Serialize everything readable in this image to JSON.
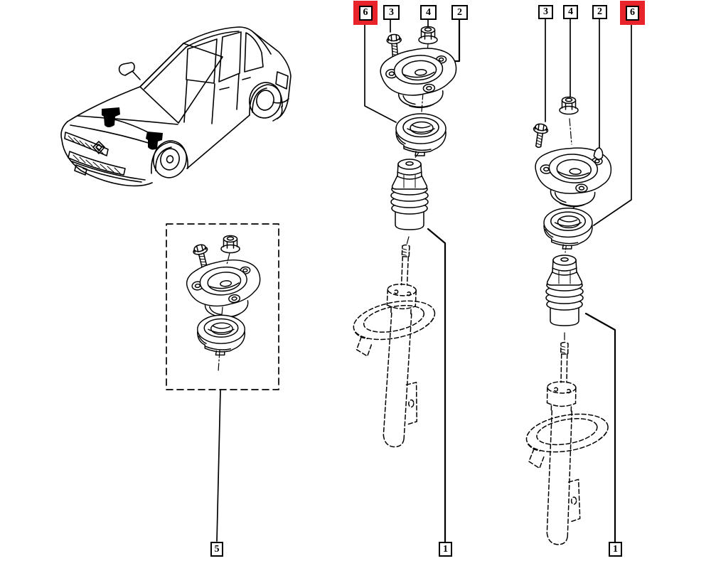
{
  "palette": {
    "highlight_red": "#e8232a",
    "ink": "#000000",
    "paper": "#ffffff"
  },
  "callouts": [
    {
      "text": "6",
      "highlighted": true
    },
    {
      "text": "3",
      "highlighted": false
    },
    {
      "text": "4",
      "highlighted": false
    },
    {
      "text": "2",
      "highlighted": false
    },
    {
      "text": "3",
      "highlighted": false
    },
    {
      "text": "4",
      "highlighted": false
    },
    {
      "text": "2",
      "highlighted": false
    },
    {
      "text": "6",
      "highlighted": true
    },
    {
      "text": "5",
      "highlighted": false
    },
    {
      "text": "1",
      "highlighted": false
    },
    {
      "text": "1",
      "highlighted": false
    }
  ],
  "illustrations": {
    "car": "car-isometric-line-drawing",
    "markers": "strut-tower-location-markers",
    "kit_box": "repair-kit-dashed-box",
    "parts": [
      "bolt",
      "flange-nut",
      "strut-top-mount",
      "strut-bearing",
      "bump-stop",
      "front-strut"
    ]
  }
}
